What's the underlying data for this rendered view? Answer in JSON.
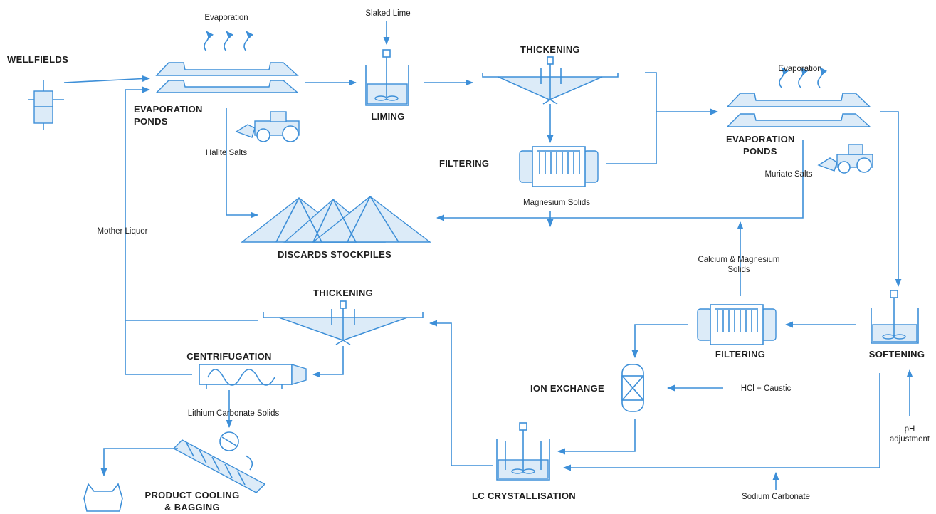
{
  "diagram": {
    "labels": {
      "wellfields": "WELLFIELDS",
      "evaporation_top": "Evaporation",
      "evaporation_ponds_1_line1": "EVAPORATION",
      "evaporation_ponds_1_line2": "PONDS",
      "slaked_lime": "Slaked Lime",
      "liming": "LIMING",
      "thickening_top": "THICKENING",
      "evaporation_right": "Evaporation",
      "evaporation_ponds_2_line1": "EVAPORATION",
      "evaporation_ponds_2_line2": "PONDS",
      "halite_salts": "Halite Salts",
      "filtering_top": "FILTERING",
      "muriate_salts": "Muriate Salts",
      "magnesium_solids": "Magnesium Solids",
      "mother_liquor": "Mother Liquor",
      "discards_stockpiles": "DISCARDS STOCKPILES",
      "ca_mg_solids_line1": "Calcium & Magnesium",
      "ca_mg_solids_line2": "Solids",
      "thickening_bottom": "THICKENING",
      "filtering_bottom": "FILTERING",
      "softening": "SOFTENING",
      "centrifugation": "CENTRIFUGATION",
      "ion_exchange": "ION EXCHANGE",
      "hcl_caustic": "HCl + Caustic",
      "lithium_carbonate_solids": "Lithium Carbonate Solids",
      "ph_line1": "pH",
      "ph_line2": "adjustment",
      "product_cooling_line1": "PRODUCT COOLING",
      "product_cooling_line2": "& BAGGING",
      "lc_crystallisation": "LC CRYSTALLISATION",
      "sodium_carbonate": "Sodium Carbonate"
    },
    "colors": {
      "line": "#3d8fd8",
      "fill": "#dcebf8",
      "text": "#1e1e1e"
    }
  }
}
